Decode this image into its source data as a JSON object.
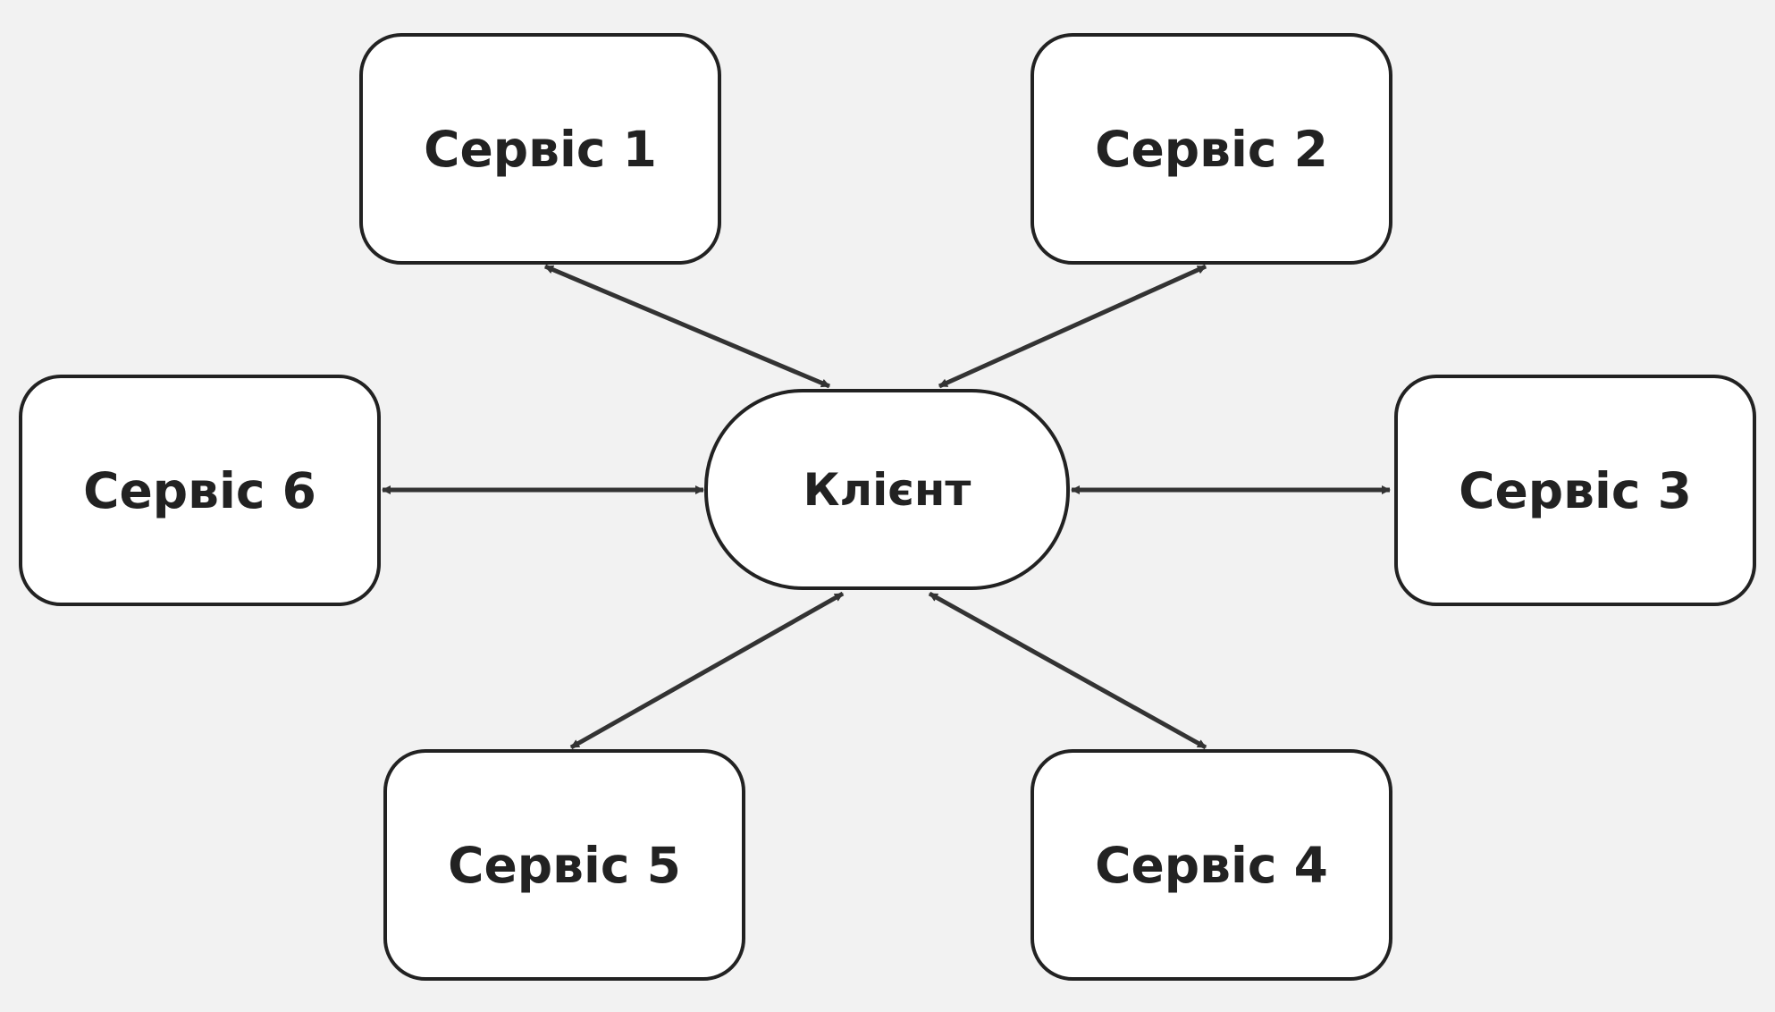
{
  "diagram": {
    "center": {
      "label": "Клієнт"
    },
    "services": [
      {
        "label": "Сервіс 1"
      },
      {
        "label": "Сервіс 2"
      },
      {
        "label": "Сервіс 3"
      },
      {
        "label": "Сервіс 4"
      },
      {
        "label": "Сервіс 5"
      },
      {
        "label": "Сервіс 6"
      }
    ],
    "edges": [
      {
        "from": "Клієнт",
        "to": "Сервіс 1",
        "direction": "both"
      },
      {
        "from": "Клієнт",
        "to": "Сервіс 2",
        "direction": "both"
      },
      {
        "from": "Клієнт",
        "to": "Сервіс 3",
        "direction": "both"
      },
      {
        "from": "Клієнт",
        "to": "Сервіс 4",
        "direction": "both"
      },
      {
        "from": "Клієнт",
        "to": "Сервіс 5",
        "direction": "both"
      },
      {
        "from": "Клієнт",
        "to": "Сервіс 6",
        "direction": "both"
      }
    ],
    "colors": {
      "background": "#f2f2f2",
      "node_fill": "#ffffff",
      "stroke": "#222222",
      "edge": "#333333"
    }
  }
}
